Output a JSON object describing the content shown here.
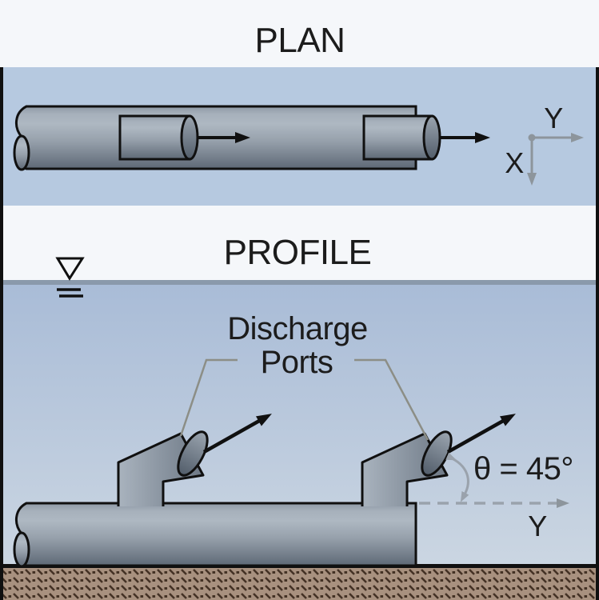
{
  "figure": {
    "plan": {
      "title": "PLAN",
      "axis": {
        "y_label": "Y",
        "x_label": "X"
      }
    },
    "profile": {
      "title": "PROFILE",
      "ports_label_line1": "Discharge",
      "ports_label_line2": "Ports",
      "angle_label": "θ = 45°",
      "axis_y_label": "Y"
    },
    "colors": {
      "band_background": "#f5f7fa",
      "plan_water": "#b6c9e0",
      "profile_water_top": "#a9bcd7",
      "profile_water_bottom": "#cbd6e2",
      "waterline": "#8a99ab",
      "pipe_light": "#aeb8c2",
      "pipe_dark": "#5e6976",
      "seabed_base": "#a8917f",
      "seabed_marks": "#443225",
      "annotation_gray": "#8c8e86",
      "axis_gray": "#8d959c",
      "ink": "#1c1c1c"
    }
  }
}
